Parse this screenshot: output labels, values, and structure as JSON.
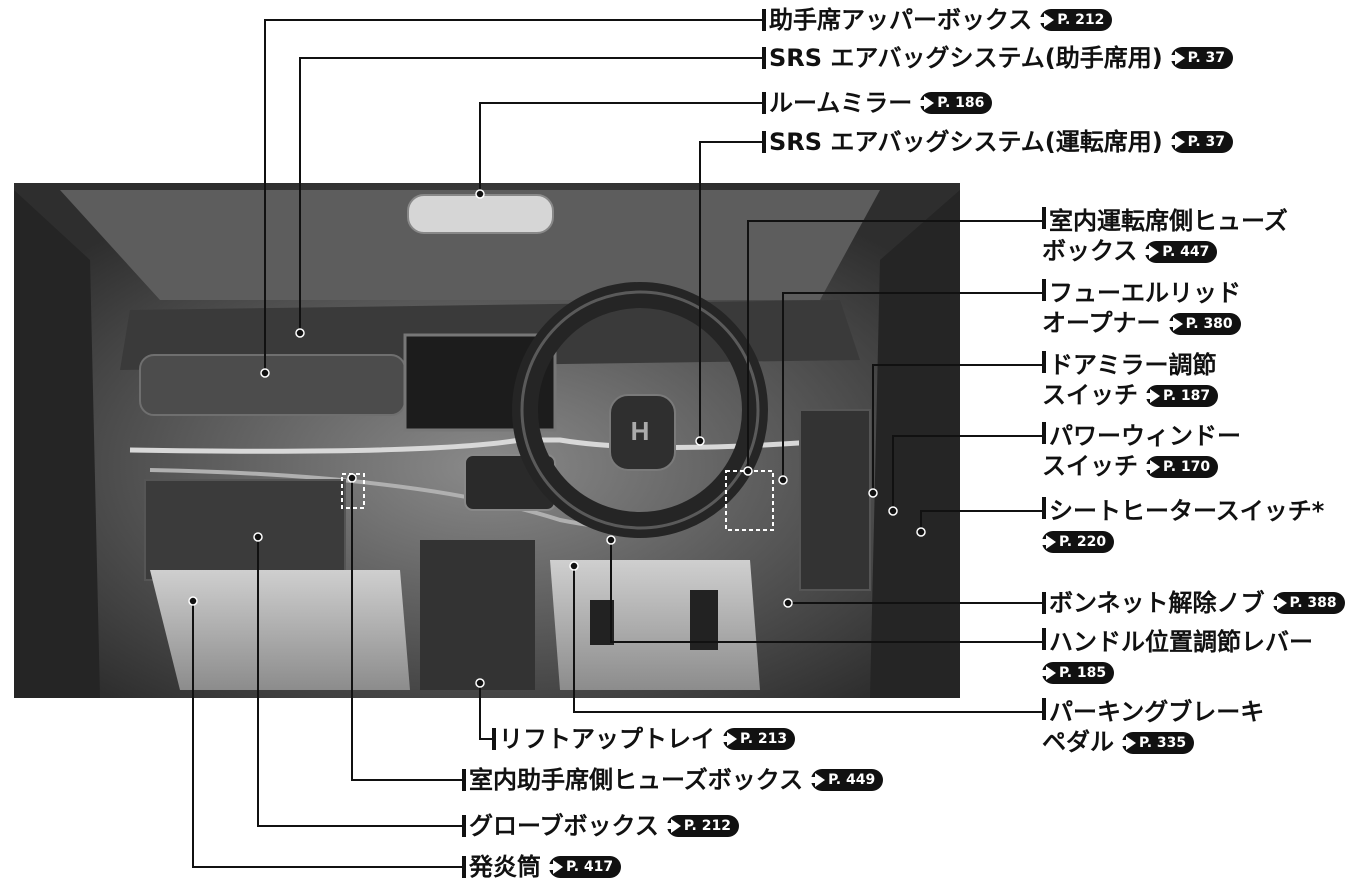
{
  "labels": {
    "upper_box": {
      "text": "助手席アッパーボックス",
      "page": "P. 212"
    },
    "airbag_passenger": {
      "text": "SRS エアバッグシステム(助手席用)",
      "page": "P. 37"
    },
    "room_mirror": {
      "text": "ルームミラー",
      "page": "P. 186"
    },
    "airbag_driver": {
      "text": "SRS エアバッグシステム(運転席用)",
      "page": "P. 37"
    },
    "driver_fuse": {
      "line1": "室内運転席側ヒューズ",
      "line2": "ボックス",
      "page": "P. 447"
    },
    "fuel_lid": {
      "line1": "フューエルリッド",
      "line2": "オープナー",
      "page": "P. 380"
    },
    "door_mirror": {
      "line1": "ドアミラー調節",
      "line2": "スイッチ",
      "page": "P. 187"
    },
    "power_window": {
      "line1": "パワーウィンドー",
      "line2": "スイッチ",
      "page": "P. 170"
    },
    "seat_heater": {
      "line1": "シートヒータースイッチ*",
      "page": "P. 220"
    },
    "bonnet": {
      "text": "ボンネット解除ノブ",
      "page": "P. 388"
    },
    "steering_lever": {
      "line1": "ハンドル位置調節レバー",
      "page": "P. 185"
    },
    "parking_brake": {
      "line1": "パーキングブレーキ",
      "line2": "ペダル",
      "page": "P. 335"
    },
    "lift_tray": {
      "text": "リフトアップトレイ",
      "page": "P. 213"
    },
    "passenger_fuse": {
      "text": "室内助手席側ヒューズボックス",
      "page": "P. 449"
    },
    "glove_box": {
      "text": "グローブボックス",
      "page": "P. 212"
    },
    "flare": {
      "text": "発炎筒",
      "page": "P. 417"
    }
  },
  "colors": {
    "background": "#ffffff",
    "text": "#111111",
    "photo_dark": "#2b2b2b",
    "photo_light": "#9a9a9a"
  }
}
